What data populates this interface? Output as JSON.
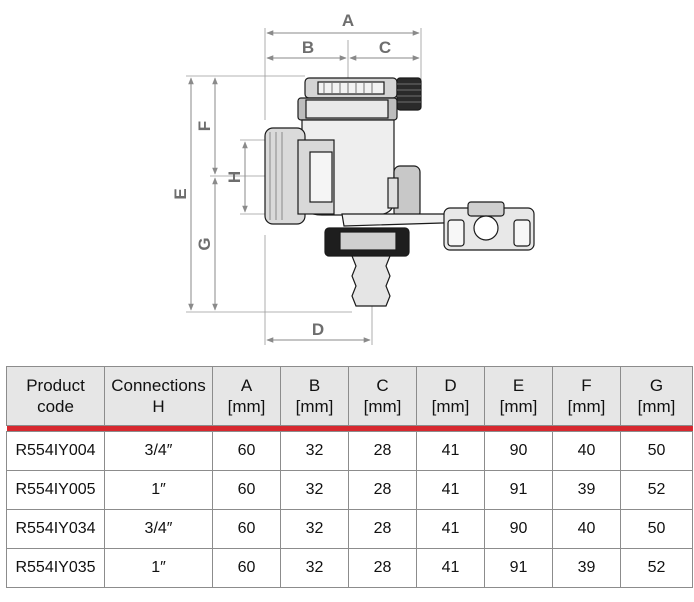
{
  "dimensions": {
    "A": "A",
    "B": "B",
    "C": "C",
    "D": "D",
    "E": "E",
    "F": "F",
    "G": "G",
    "H": "H"
  },
  "table": {
    "headers": [
      {
        "line1": "Product",
        "line2": "code"
      },
      {
        "line1": "Connections",
        "line2": "H"
      },
      {
        "line1": "A",
        "line2": "[mm]"
      },
      {
        "line1": "B",
        "line2": "[mm]"
      },
      {
        "line1": "C",
        "line2": "[mm]"
      },
      {
        "line1": "D",
        "line2": "[mm]"
      },
      {
        "line1": "E",
        "line2": "[mm]"
      },
      {
        "line1": "F",
        "line2": "[mm]"
      },
      {
        "line1": "G",
        "line2": "[mm]"
      }
    ],
    "rows": [
      [
        "R554IY004",
        "3/4″",
        "60",
        "32",
        "28",
        "41",
        "90",
        "40",
        "50"
      ],
      [
        "R554IY005",
        "1″",
        "60",
        "32",
        "28",
        "41",
        "91",
        "39",
        "52"
      ],
      [
        "R554IY034",
        "3/4″",
        "60",
        "32",
        "28",
        "41",
        "90",
        "40",
        "50"
      ],
      [
        "R554IY035",
        "1″",
        "60",
        "32",
        "28",
        "41",
        "91",
        "39",
        "52"
      ]
    ],
    "accent_color": "#d7282f"
  }
}
